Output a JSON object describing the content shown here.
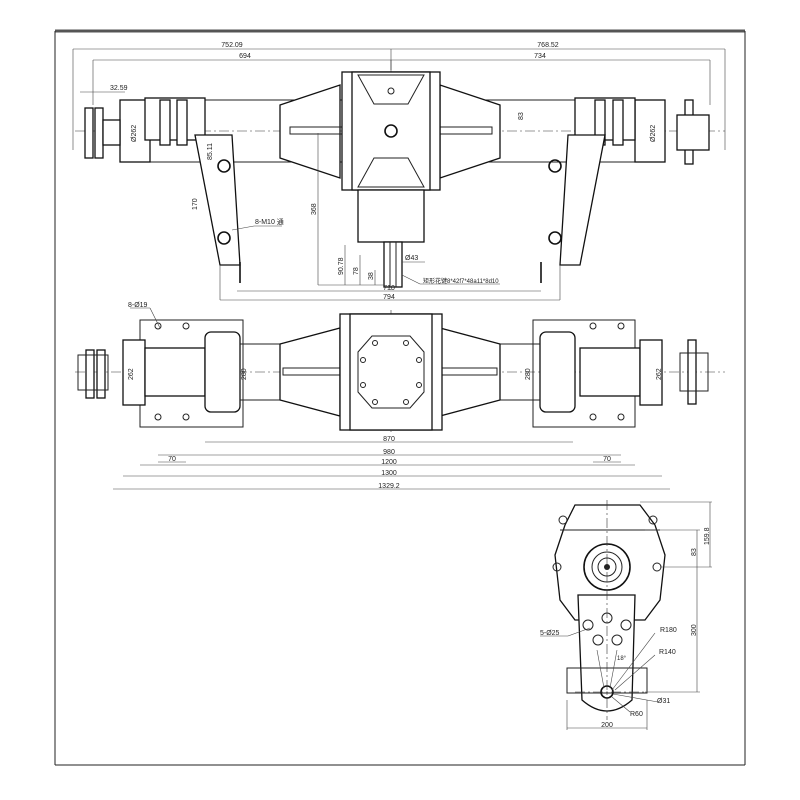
{
  "top_view": {
    "dims": {
      "overall_left": "752.09",
      "overall_right": "768.52",
      "inner_left": "694",
      "inner_right": "734",
      "sprocket_offset": "32.59",
      "hub_dia_left": "Ø262",
      "hub_dia_right": "Ø262",
      "offset_right": "83",
      "bracket_offset": "85.11",
      "bracket_spacing": "170",
      "shaft_length": "368",
      "bolt_holes": "8-M10 通",
      "shaft_dia": "Ø43",
      "spline_len_1": "90.78",
      "spline_len_2": "78",
      "spline_len_3": "38",
      "spline_spec": "矩形花键8*42f7*48a11*8d10",
      "bracket_inner": "710",
      "bracket_outer": "794"
    }
  },
  "front_view": {
    "dims": {
      "mount_holes": "8-Ø19",
      "hub_left": "262",
      "housing_left": "280",
      "housing_right": "280",
      "hub_right": "262",
      "d870": "870",
      "d980": "980",
      "hole_spacing_left": "70",
      "hole_spacing_right": "70",
      "d1200": "1200",
      "d1300": "1300",
      "d1329": "1329.2"
    }
  },
  "side_view": {
    "dims": {
      "height_total": "159.8",
      "height_upper": "83",
      "height_arm": "300",
      "holes": "5-Ø25",
      "r180": "R180",
      "r140": "R140",
      "angle": "18°",
      "pin_dia": "Ø31",
      "r60": "R60",
      "base_width": "200"
    }
  }
}
